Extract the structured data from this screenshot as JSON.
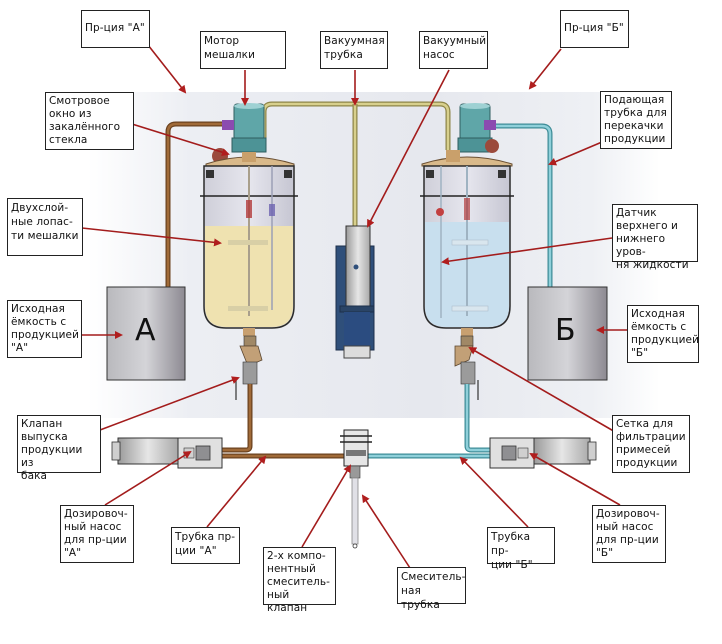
{
  "diagram": {
    "title": "Схема установки смешивания двух компонентов",
    "colors": {
      "callout_line": "#a31c1c",
      "pipe_a": "#8a5a2b",
      "pipe_b": "#6cb8c4",
      "vacuum_pipe": "#c9c07a",
      "liquid_a": "#efe2b0",
      "liquid_b": "#c8dfee",
      "motor": "#5fa6a8",
      "pump_body": "#2f4f7a"
    },
    "tanks": {
      "source_a_letter": "А",
      "source_b_letter": "Б"
    },
    "labels": [
      {
        "id": "product-a",
        "text": "Пр-ция \"А\""
      },
      {
        "id": "stirrer-motor",
        "text": "Мотор\nмешалки"
      },
      {
        "id": "vacuum-tube",
        "text": "Вакуумная\nтрубка"
      },
      {
        "id": "vacuum-pump",
        "text": "Вакуумный\nнасос"
      },
      {
        "id": "product-b",
        "text": "Пр-ция \"Б\""
      },
      {
        "id": "sight-glass",
        "text": "Смотровое\nокно из\nзакалённого\nстекла"
      },
      {
        "id": "feed-tube",
        "text": "Подающая\nтрубка для\nперекачки\nпродукции"
      },
      {
        "id": "stirrer-blades",
        "text": "Двухслой-\nные лопас-\nти мешалки"
      },
      {
        "id": "level-sensor",
        "text": "Датчик\nверхнего и\nнижнего уров-\nня жидкости"
      },
      {
        "id": "source-tank-a",
        "text": "Исходная\nёмкость с\nпродукцией\n\"А\""
      },
      {
        "id": "source-tank-b",
        "text": "Исходная\nёмкость с\nпродукцией\n\"Б\""
      },
      {
        "id": "drain-valve",
        "text": "Клапан\nвыпуска\nпродукции из\nбака"
      },
      {
        "id": "filter-mesh",
        "text": "Сетка для\nфильтрации\nпримесей\nпродукции"
      },
      {
        "id": "dosing-pump-a",
        "text": "Дозировоч-\nный насос\nдля пр-ции\n\"А\""
      },
      {
        "id": "tube-a",
        "text": "Трубка пр-\nции \"А\""
      },
      {
        "id": "mixing-valve",
        "text": "2-х компо-\nнентный\nсмеситель-\nный клапан"
      },
      {
        "id": "mixing-tube",
        "text": "Смеситель-\nная трубка"
      },
      {
        "id": "tube-b",
        "text": "Трубка пр-\nции \"Б\""
      },
      {
        "id": "dosing-pump-b",
        "text": "Дозировоч-\nный насос\nдля пр-ции\n\"Б\""
      }
    ]
  }
}
